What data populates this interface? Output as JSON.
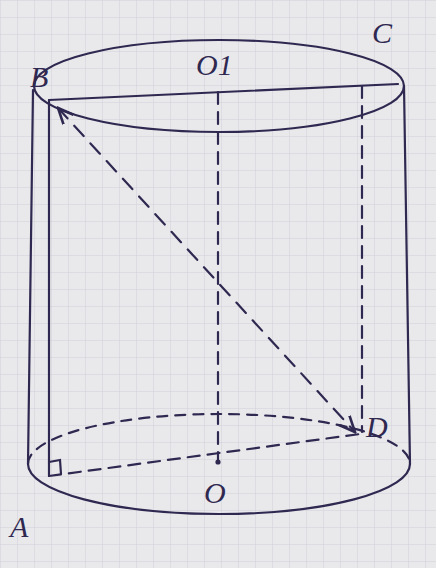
{
  "diagram": {
    "labels": [
      "B",
      "O1",
      "C",
      "A",
      "O",
      "D"
    ]
  }
}
